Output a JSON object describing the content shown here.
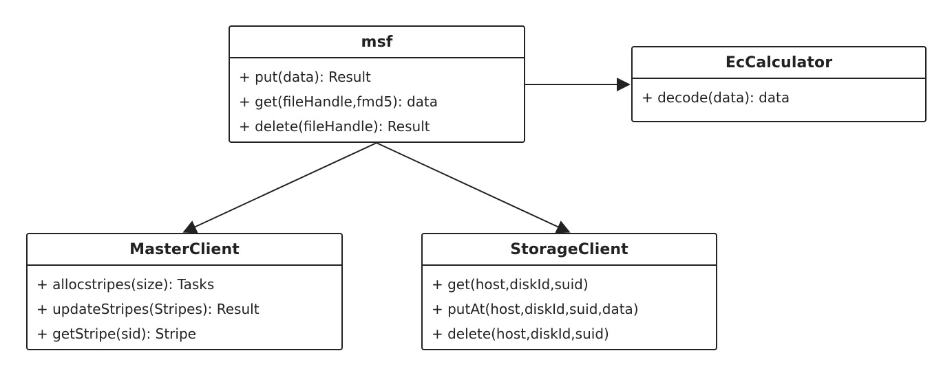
{
  "classes": {
    "msf": {
      "name": "msf",
      "members": [
        "+ put(data): Result",
        "+ get(fileHandle,fmd5): data",
        "+ delete(fileHandle): Result"
      ]
    },
    "ec_calculator": {
      "name": "EcCalculator",
      "members": [
        "+ decode(data): data"
      ]
    },
    "master_client": {
      "name": "MasterClient",
      "members": [
        "+ allocstripes(size): Tasks",
        "+ updateStripes(Stripes): Result",
        "+ getStripe(sid): Stripe"
      ]
    },
    "storage_client": {
      "name": "StorageClient",
      "members": [
        "+ get(host,diskId,suid)",
        "+ putAt(host,diskId,suid,data)",
        "+ delete(host,diskId,suid)"
      ]
    }
  },
  "relations": [
    {
      "from": "msf",
      "to": "EcCalculator",
      "type": "association"
    },
    {
      "from": "msf",
      "to": "MasterClient",
      "type": "association"
    },
    {
      "from": "msf",
      "to": "StorageClient",
      "type": "association"
    }
  ],
  "colors": {
    "stroke": "#222222",
    "background": "#ffffff"
  }
}
